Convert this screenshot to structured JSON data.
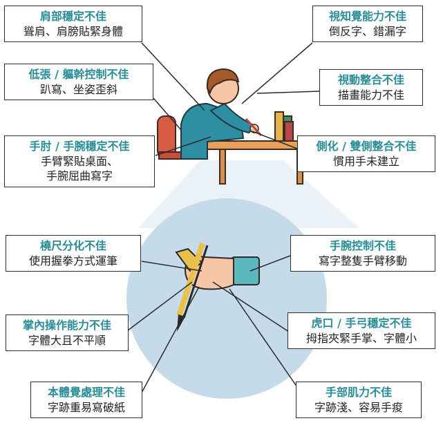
{
  "colors": {
    "accent_teal": "#2a8c96",
    "circle_blue": "#c6dbe9",
    "shirt_blue": "#2e8fa3",
    "table_orange": "#e9a15a",
    "chair_red": "#d85c44",
    "hair_brown": "#a45a2a",
    "skin": "#f6c6a6"
  },
  "boxes": {
    "shoulder": {
      "title": "肩部穩定不佳",
      "lines": [
        "聳肩、肩膀貼緊身體"
      ]
    },
    "visual_perception": {
      "title": "視知覺能力不佳",
      "lines": [
        "倒反字、錯漏字"
      ]
    },
    "trunk": {
      "title": "低張 / 軀幹控制不佳",
      "lines": [
        "趴寫、坐姿歪斜"
      ]
    },
    "visual_motor": {
      "title": "視動整合不佳",
      "lines": [
        "描畫能力不佳"
      ]
    },
    "elbow_wrist": {
      "title": "手肘 / 手腕穩定不佳",
      "lines": [
        "手臂緊貼桌面、",
        "手腕屈曲寫字"
      ]
    },
    "laterality": {
      "title": "側化 / 雙側整合不佳",
      "lines": [
        "慣用手未建立"
      ]
    },
    "radial_ulnar": {
      "title": "橈尺分化不佳",
      "lines": [
        "使用握拳方式運筆"
      ]
    },
    "wrist_control": {
      "title": "手腕控制不佳",
      "lines": [
        "寫字整隻手臂移動"
      ]
    },
    "in_hand": {
      "title": "掌內操作能力不佳",
      "lines": [
        "字體大且不平順"
      ]
    },
    "web_space": {
      "title": "虎口 / 手弓穩定不佳",
      "lines": [
        "拇指夾緊手掌、字體小"
      ]
    },
    "proprioception": {
      "title": "本體覺處理不佳",
      "lines": [
        "字跡重易寫破紙"
      ]
    },
    "hand_strength": {
      "title": "手部肌力不佳",
      "lines": [
        "字跡淺、容易手痠"
      ]
    }
  }
}
